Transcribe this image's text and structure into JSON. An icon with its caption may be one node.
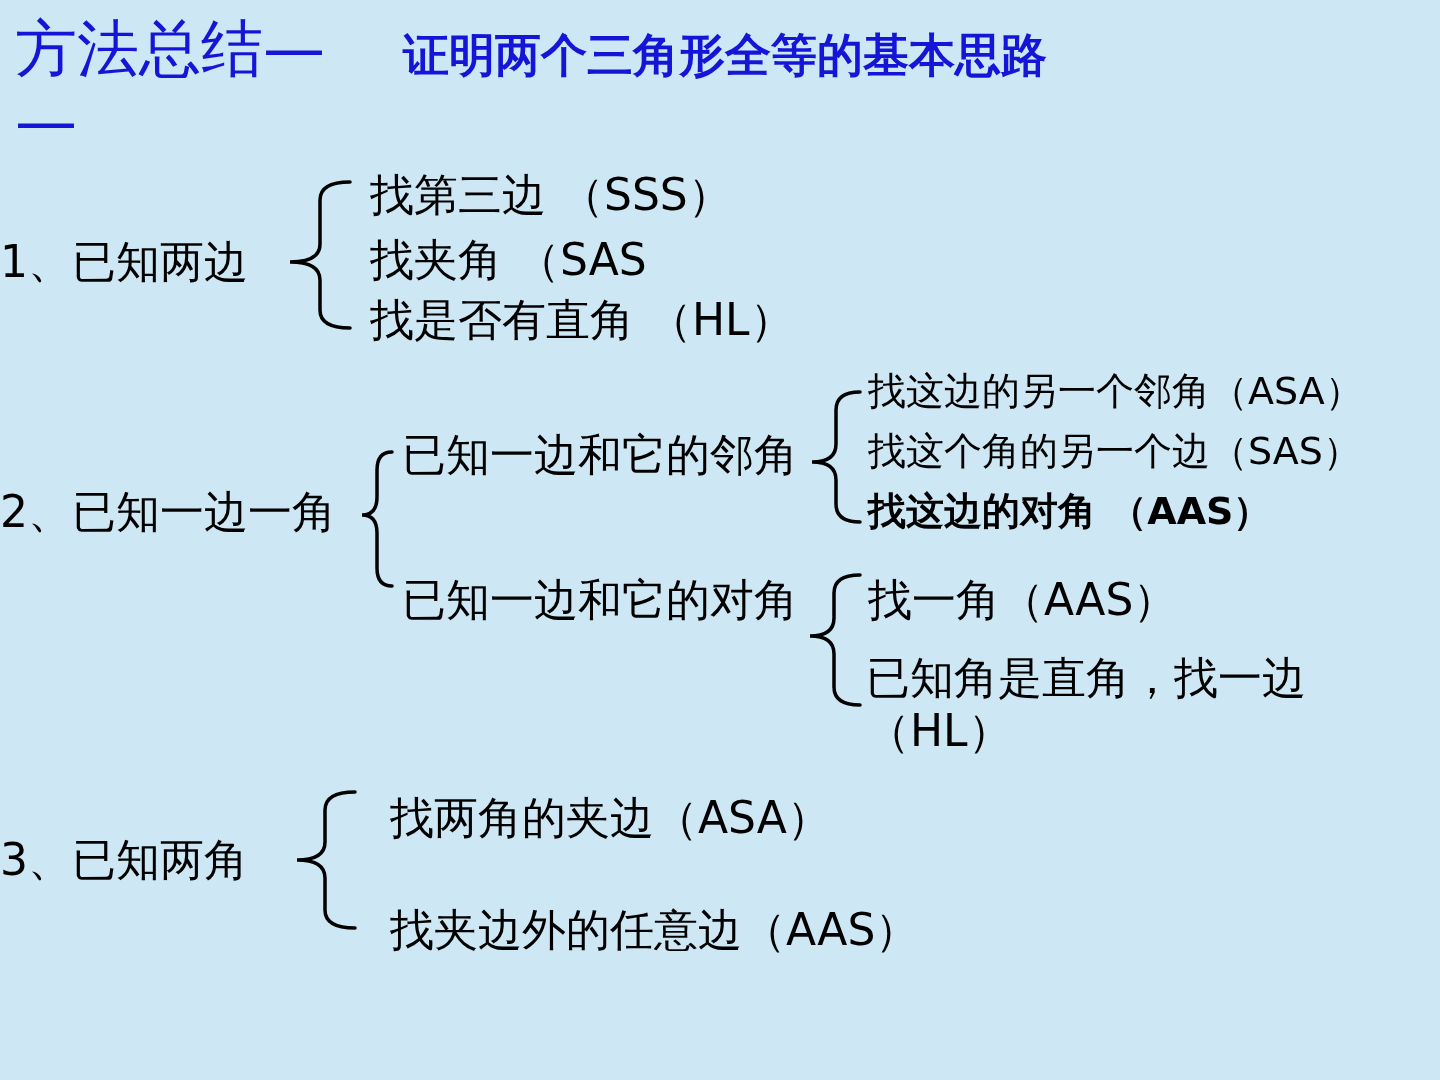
{
  "diagram": {
    "title": "方法总结——",
    "labels": [
      "证明两个三角形全等的基本思路",
      "1、已知两边",
      "找第三边 （SSS）",
      "找夹角 （SAS",
      "找是否有直角 （HL）",
      "2、已知一边一角",
      "已知一边和它的邻角",
      "找这边的另一个邻角（ASA）",
      "找这个角的另一个边（SAS）",
      "找这边的对角 （AAS）",
      "已知一边和它的对角",
      "找一角（AAS）",
      "已知角是直角，找一边（HL）",
      "3、已知两角",
      "找两角的夹边（ASA）",
      "找夹边外的任意边（AAS）"
    ]
  }
}
